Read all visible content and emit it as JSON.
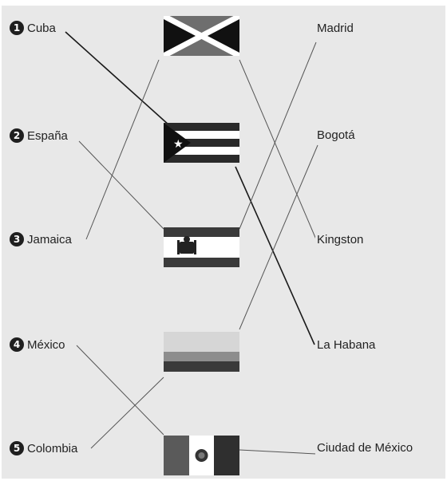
{
  "countries": [
    {
      "number": "1",
      "name": "Cuba"
    },
    {
      "number": "2",
      "name": "España"
    },
    {
      "number": "3",
      "name": "Jamaica"
    },
    {
      "number": "4",
      "name": "México"
    },
    {
      "number": "5",
      "name": "Colombia"
    }
  ],
  "flags": [
    "jamaica-flag",
    "cuba-flag",
    "spain-flag",
    "colombia-flag",
    "mexico-flag"
  ],
  "capitals": [
    "Madrid",
    "Bogotá",
    "Kingston",
    "La Habana",
    "Ciudad de México"
  ]
}
